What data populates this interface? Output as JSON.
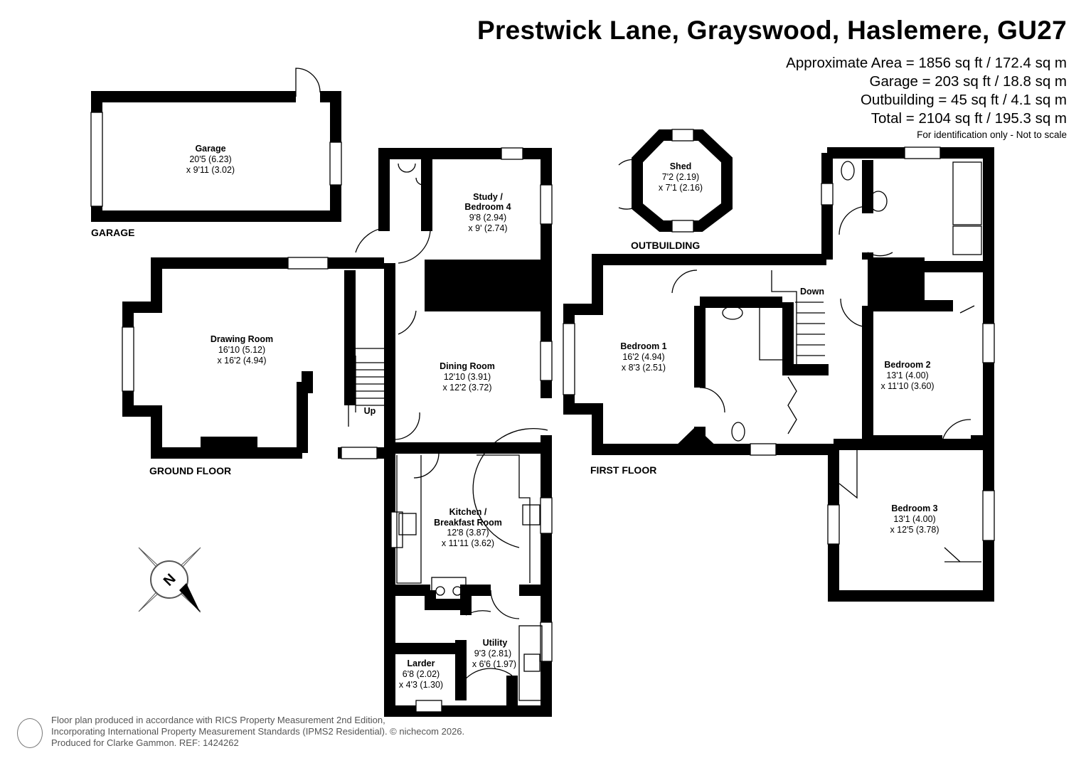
{
  "header": {
    "title": "Prestwick Lane, Grayswood, Haslemere, GU27",
    "areas": [
      "Approximate Area = 1856 sq ft / 172.4 sq m",
      "Garage = 203 sq ft / 18.8 sq m",
      "Outbuilding = 45 sq ft / 4.1 sq m",
      "Total = 2104 sq ft / 195.3 sq m"
    ],
    "disclaimer": "For identification only - Not to scale"
  },
  "floors": {
    "garage": "GARAGE",
    "outbuilding": "OUTBUILDING",
    "ground": "GROUND FLOOR",
    "first": "FIRST FLOOR"
  },
  "rooms": {
    "garage": {
      "name": [
        "Garage"
      ],
      "dims": [
        "20'5 (6.23)",
        "x 9'11 (3.02)"
      ]
    },
    "shed": {
      "name": [
        "Shed"
      ],
      "dims": [
        "7'2 (2.19)",
        "x 7'1 (2.16)"
      ]
    },
    "study": {
      "name": [
        "Study /",
        "Bedroom 4"
      ],
      "dims": [
        "9'8 (2.94)",
        "x 9' (2.74)"
      ]
    },
    "drawing": {
      "name": [
        "Drawing Room"
      ],
      "dims": [
        "16'10 (5.12)",
        "x 16'2 (4.94)"
      ]
    },
    "dining": {
      "name": [
        "Dining Room"
      ],
      "dims": [
        "12'10 (3.91)",
        "x 12'2 (3.72)"
      ]
    },
    "kitchen": {
      "name": [
        "Kitchen /",
        "Breakfast Room"
      ],
      "dims": [
        "12'8 (3.87)",
        "x 11'11 (3.62)"
      ]
    },
    "utility": {
      "name": [
        "Utility"
      ],
      "dims": [
        "9'3 (2.81)",
        "x 6'6 (1.97)"
      ]
    },
    "larder": {
      "name": [
        "Larder"
      ],
      "dims": [
        "6'8 (2.02)",
        "x 4'3 (1.30)"
      ]
    },
    "bed1": {
      "name": [
        "Bedroom 1"
      ],
      "dims": [
        "16'2 (4.94)",
        "x 8'3 (2.51)"
      ]
    },
    "bed2": {
      "name": [
        "Bedroom 2"
      ],
      "dims": [
        "13'1 (4.00)",
        "x 11'10 (3.60)"
      ]
    },
    "bed3": {
      "name": [
        "Bedroom 3"
      ],
      "dims": [
        "13'1 (4.00)",
        "x 12'5 (3.78)"
      ]
    }
  },
  "stairs": {
    "up": "Up",
    "down": "Down"
  },
  "compass": {
    "label": "N"
  },
  "footer": {
    "lines": [
      "Floor plan produced in accordance with RICS Property Measurement 2nd Edition,",
      "Incorporating International Property Measurement Standards (IPMS2 Residential).   © nichecom 2026.",
      "Produced for Clarke Gammon.   REF:  1424262"
    ]
  }
}
